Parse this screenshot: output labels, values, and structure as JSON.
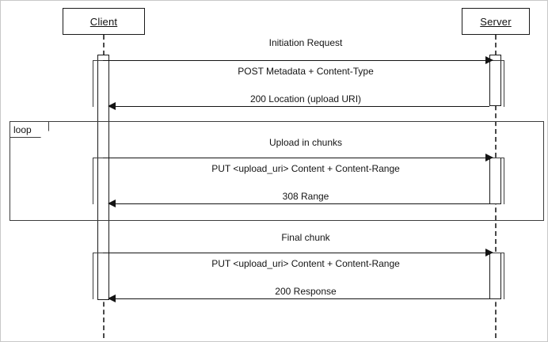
{
  "diagram": {
    "kind": "uml-sequence-diagram",
    "participants": [
      {
        "id": "client",
        "label": "Client"
      },
      {
        "id": "server",
        "label": "Server"
      }
    ],
    "fragments": [
      {
        "id": "loop",
        "operator": "loop",
        "label": "loop"
      }
    ],
    "groups": [
      {
        "id": "initiation",
        "title": "Initiation Request",
        "messages": [
          {
            "id": "post-metadata",
            "label": "POST Metadata + Content-Type",
            "from": "client",
            "to": "server",
            "direction": "right"
          },
          {
            "id": "200-location",
            "label": "200 Location (upload URI)",
            "from": "server",
            "to": "client",
            "direction": "left"
          }
        ]
      },
      {
        "id": "upload-chunks",
        "title": "Upload in chunks",
        "in_fragment": "loop",
        "messages": [
          {
            "id": "put-chunk",
            "label": "PUT <upload_uri> Content + Content-Range",
            "from": "client",
            "to": "server",
            "direction": "right"
          },
          {
            "id": "308-range",
            "label": "308 Range",
            "from": "server",
            "to": "client",
            "direction": "left"
          }
        ]
      },
      {
        "id": "final-chunk",
        "title": "Final chunk",
        "messages": [
          {
            "id": "put-final",
            "label": "PUT <upload_uri> Content + Content-Range",
            "from": "client",
            "to": "server",
            "direction": "right"
          },
          {
            "id": "200-response",
            "label": "200 Response",
            "from": "server",
            "to": "client",
            "direction": "left"
          }
        ]
      }
    ],
    "colors": {
      "stroke": "#141414",
      "frame_stroke": "#3c3c3c",
      "lifeline": "#4a4a4a",
      "background": "#ffffff",
      "border": "#c8c8c8"
    }
  }
}
